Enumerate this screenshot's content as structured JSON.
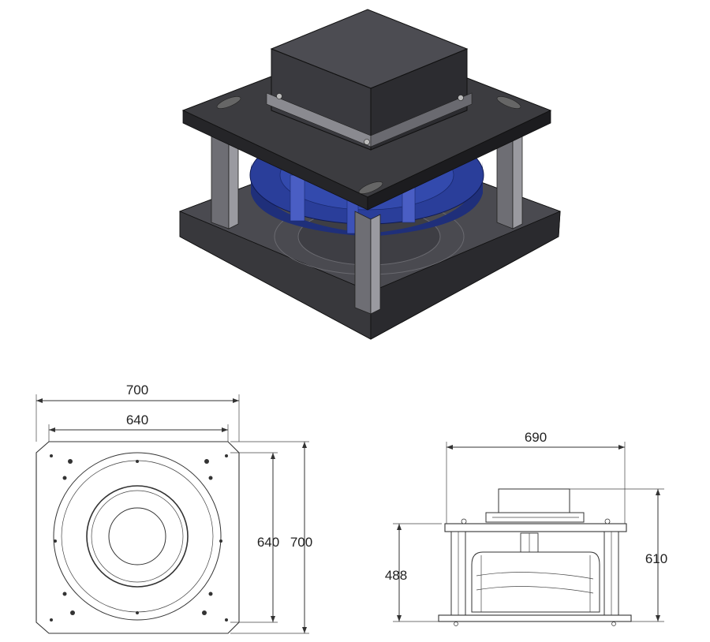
{
  "top_view": {
    "width_outer": "700",
    "width_inner": "640",
    "height_inner": "640",
    "height_outer": "700"
  },
  "side_view": {
    "width": "690",
    "height_total": "610",
    "height_body": "488"
  },
  "colors": {
    "metal_dark": "#3a3a3c",
    "metal_mid": "#5a5a5e",
    "metal_light": "#8a8a90",
    "impeller_blue": "#2a3e9a",
    "line": "#333333"
  }
}
